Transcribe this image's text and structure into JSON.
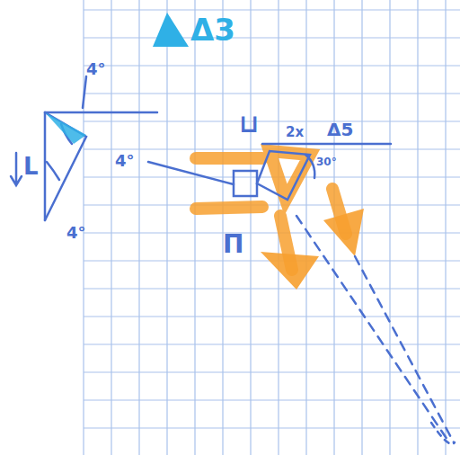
{
  "diagram": {
    "labels": [
      "Δ3",
      "4°",
      "L",
      "4°",
      "4°",
      "⊔",
      "Π",
      "Δ5",
      "2x",
      "30°"
    ]
  }
}
